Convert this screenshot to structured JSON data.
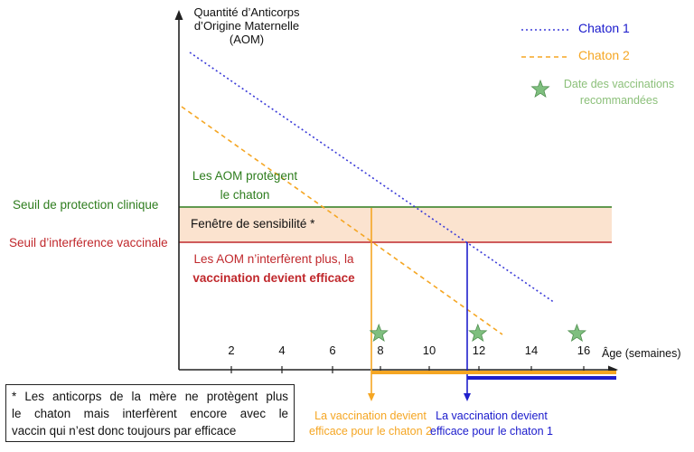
{
  "y_axis_label": [
    "Quantité d’Anticorps",
    "d’Origine Maternelle",
    "(AOM)"
  ],
  "x_axis_label": "Âge (semaines)",
  "x_ticks": [
    "2",
    "4",
    "6",
    "8",
    "10",
    "12",
    "14",
    "16"
  ],
  "legend": {
    "chaton1": "Chaton 1",
    "chaton2": "Chaton 2",
    "vaccination_dates": [
      "Date des vaccinations",
      "recommandées"
    ]
  },
  "thresholds": {
    "clinical_protection": "Seuil de protection clinique",
    "vaccine_interference": "Seuil d’interférence vaccinale"
  },
  "zones": {
    "protect": [
      "Les AOM protègent",
      "le chaton"
    ],
    "sensitivity_window": "Fenêtre de sensibilité *",
    "no_interference": "Les AOM n’interfèrent plus, la",
    "effective": "vaccination devient efficace"
  },
  "effective_labels": {
    "chaton2": [
      "La vaccination devient",
      "efficace pour le chaton 2"
    ],
    "chaton1": [
      "La vaccination devient",
      "efficace pour le chaton 1"
    ]
  },
  "note": [
    "* Les anticorps de la mère ne protègent plus",
    "le chaton mais interfèrent encore avec le",
    "vaccin qui n’est donc toujours par efficace"
  ],
  "vaccination_weeks": [
    8,
    12,
    16
  ],
  "colors": {
    "chaton1": "#3a3ad8",
    "chaton2": "#f5a623",
    "protection": "#2e7d1e",
    "interference": "#c0282c",
    "window_fill": "#fbe3cf",
    "star": "#7fbf7f"
  }
}
